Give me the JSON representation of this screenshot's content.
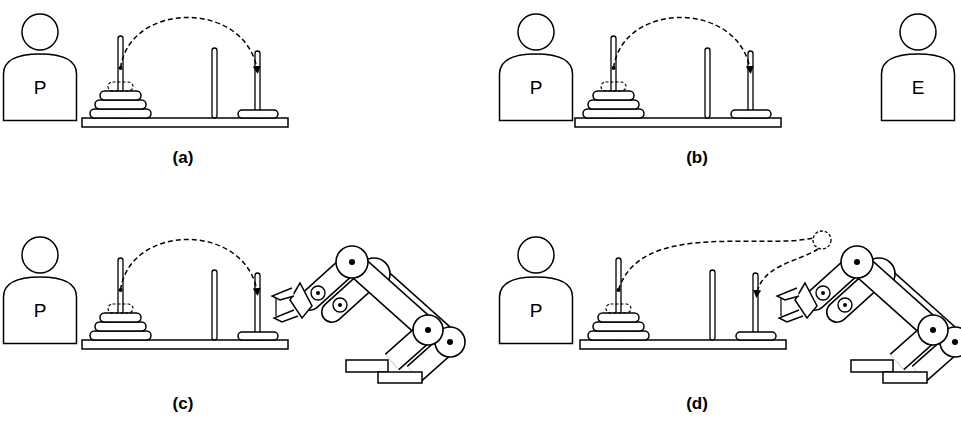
{
  "diagram": {
    "nodes": [
      {
        "text": [
          "P"
        ]
      },
      {
        "text": [
          "P"
        ]
      },
      {
        "text": [
          "E"
        ]
      },
      {
        "text": [
          "P"
        ]
      },
      {
        "text": [
          "P"
        ]
      }
    ],
    "labels": [
      "(a)",
      "(b)",
      "(c)",
      "(d)"
    ]
  }
}
